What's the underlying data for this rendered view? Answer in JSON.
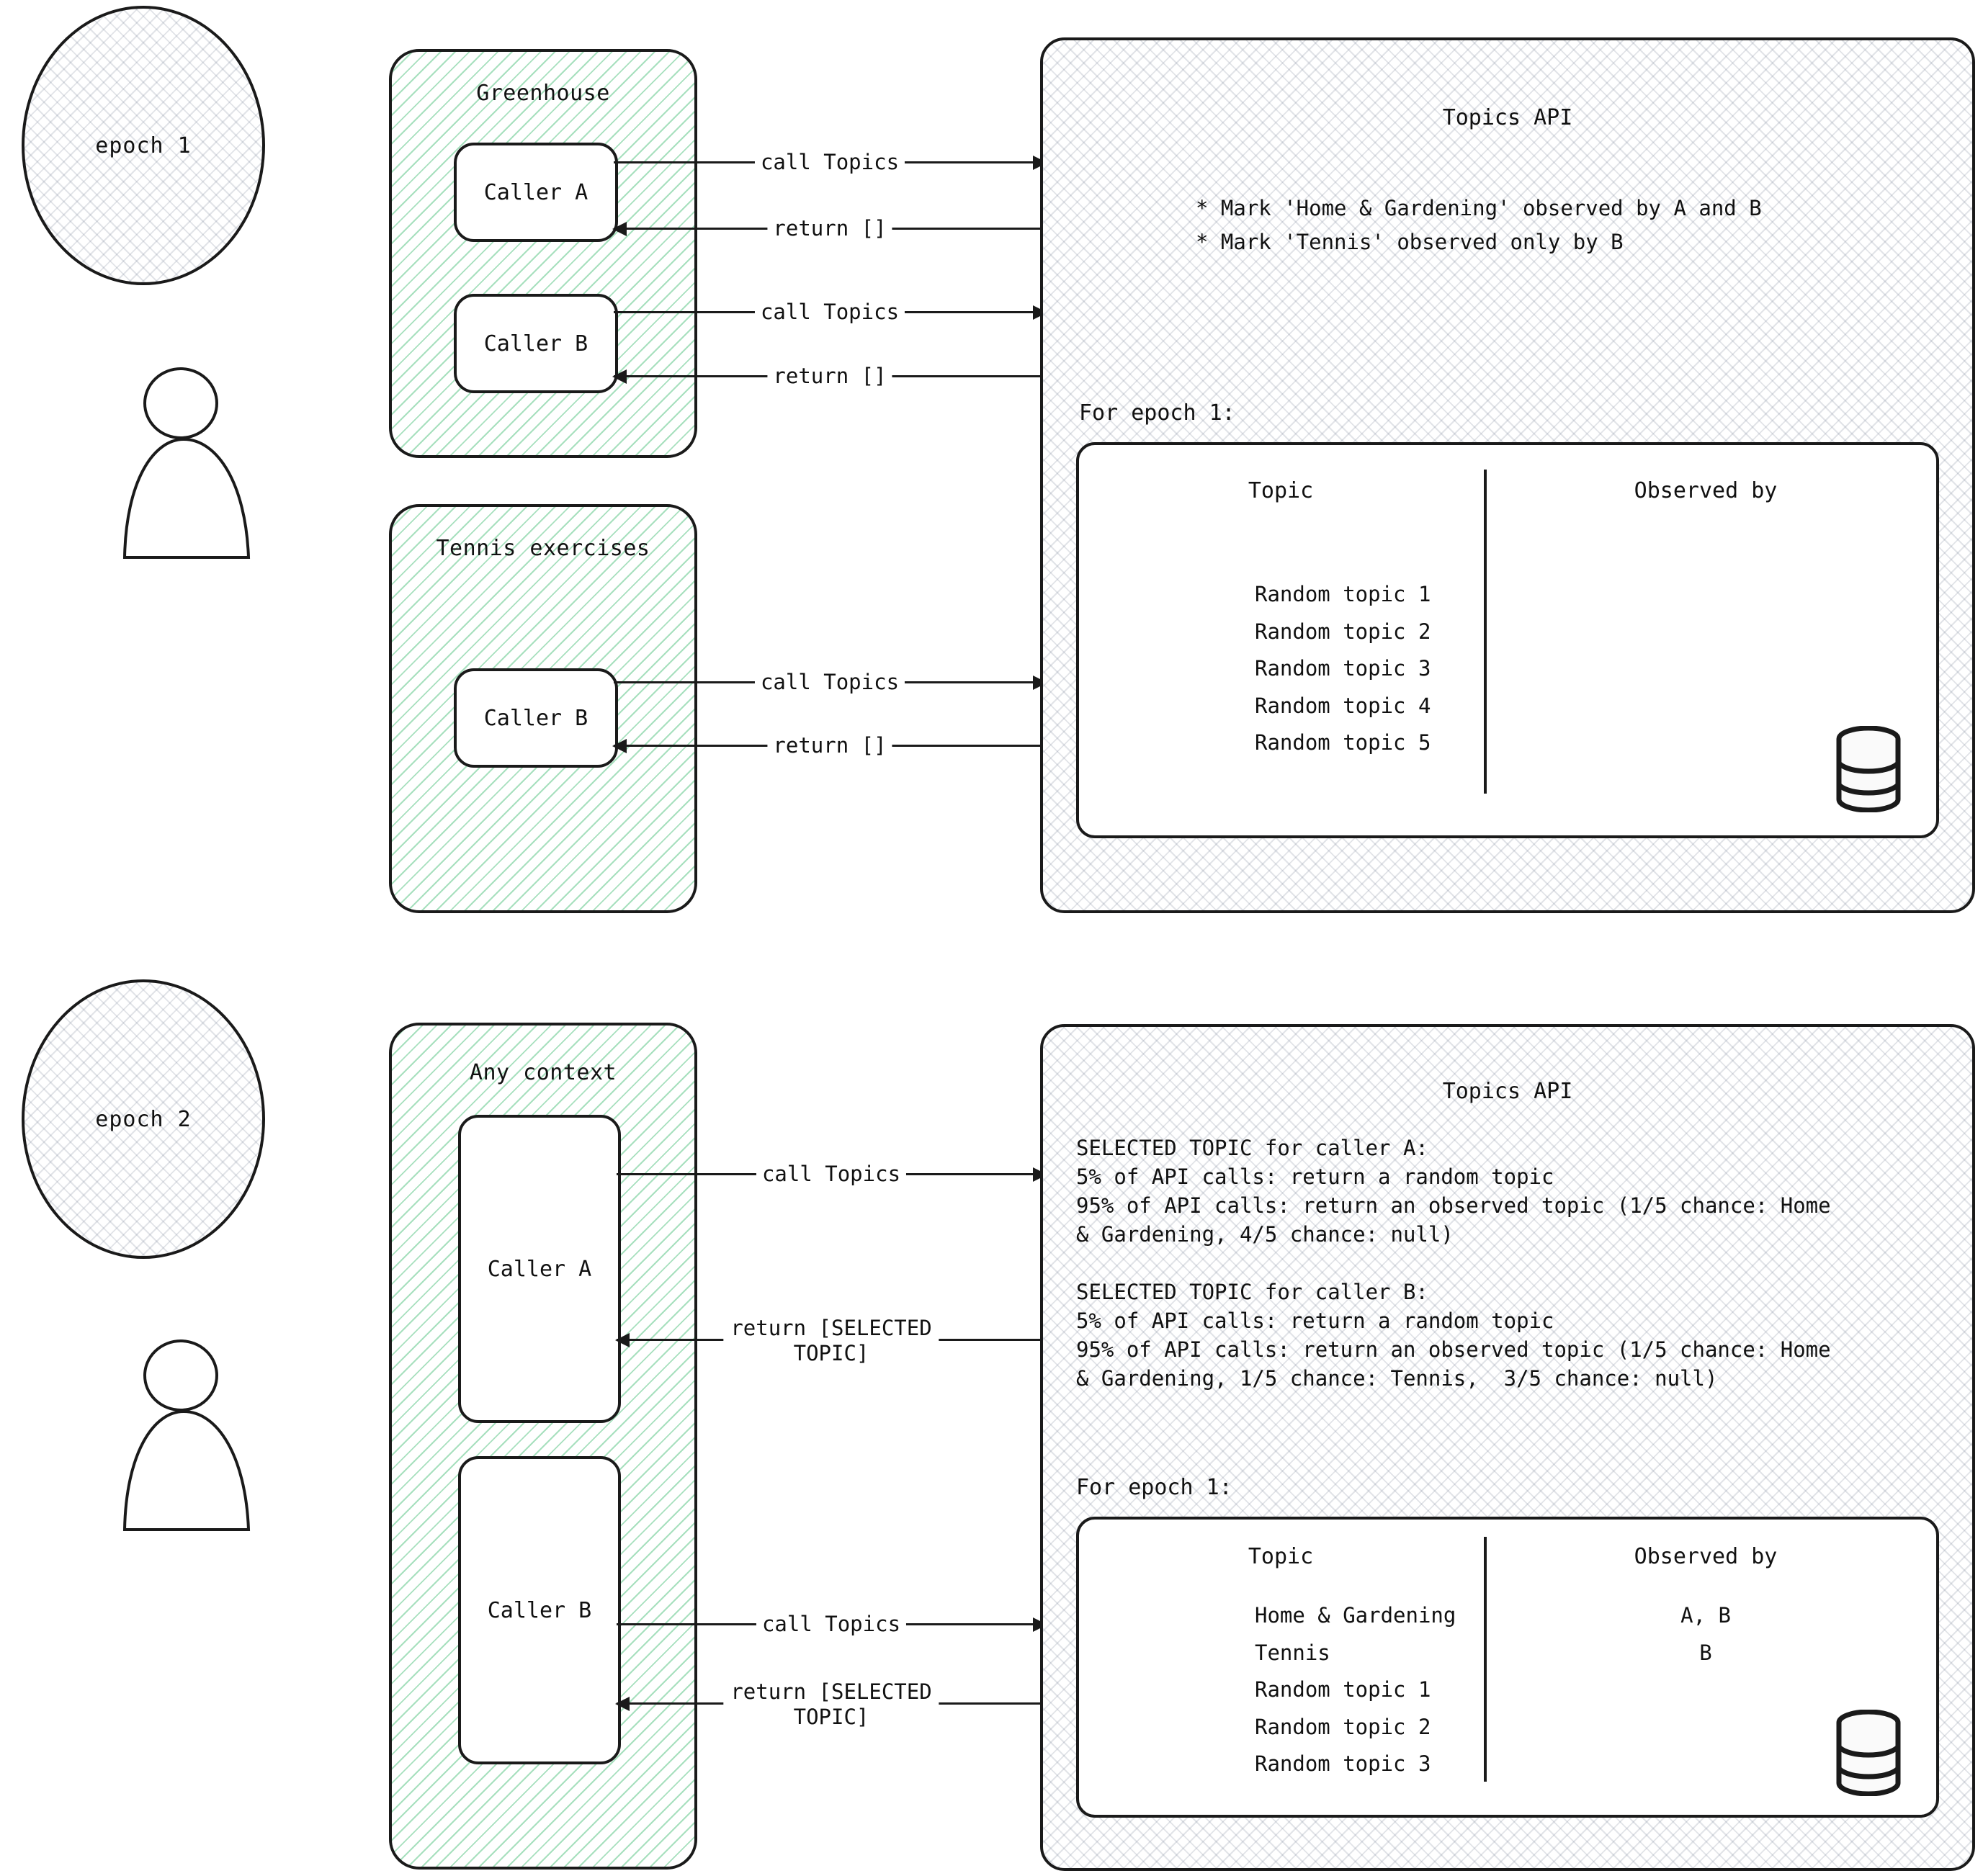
{
  "epochs": [
    {
      "label": "epoch 1",
      "contexts": [
        {
          "title": "Greenhouse",
          "callers": [
            "Caller A",
            "Caller B"
          ]
        },
        {
          "title": "Tennis exercises",
          "callers": [
            "Caller B"
          ]
        }
      ],
      "arrows": [
        {
          "label": "call Topics",
          "direction": "right"
        },
        {
          "label": "return []",
          "direction": "left"
        },
        {
          "label": "call Topics",
          "direction": "right"
        },
        {
          "label": "return []",
          "direction": "left"
        },
        {
          "label": "call Topics",
          "direction": "right"
        },
        {
          "label": "return []",
          "direction": "left"
        }
      ],
      "api": {
        "title": "Topics API",
        "bullets": [
          "* Mark 'Home & Gardening' observed by A and B",
          "* Mark 'Tennis' observed only by B"
        ],
        "body": "",
        "for_epoch_label": "For epoch 1:",
        "table": {
          "columns": [
            "Topic",
            "Observed by"
          ],
          "rows": [
            {
              "topic": "Random topic 1",
              "observed_by": ""
            },
            {
              "topic": "Random topic 2",
              "observed_by": ""
            },
            {
              "topic": "Random topic 3",
              "observed_by": ""
            },
            {
              "topic": "Random topic 4",
              "observed_by": ""
            },
            {
              "topic": "Random topic 5",
              "observed_by": ""
            }
          ],
          "storage_icon": "database-cylinder-icon"
        }
      }
    },
    {
      "label": "epoch 2",
      "contexts": [
        {
          "title": "Any context",
          "callers": [
            "Caller A",
            "Caller B"
          ]
        }
      ],
      "arrows": [
        {
          "label": "call Topics",
          "direction": "right"
        },
        {
          "label": "return [SELECTED TOPIC]",
          "direction": "left"
        },
        {
          "label": "call Topics",
          "direction": "right"
        },
        {
          "label": "return [SELECTED TOPIC]",
          "direction": "left"
        }
      ],
      "api": {
        "title": "Topics API",
        "bullets": [],
        "body": "SELECTED TOPIC for caller A:\n5% of API calls: return a random topic\n95% of API calls: return an observed topic (1/5 chance: Home\n& Gardening, 4/5 chance: null)\n\nSELECTED TOPIC for caller B:\n5% of API calls: return a random topic\n95% of API calls: return an observed topic (1/5 chance: Home\n& Gardening, 1/5 chance: Tennis,  3/5 chance: null)",
        "for_epoch_label": "For epoch 1:",
        "table": {
          "columns": [
            "Topic",
            "Observed by"
          ],
          "rows": [
            {
              "topic": "Home & Gardening",
              "observed_by": "A, B"
            },
            {
              "topic": "Tennis",
              "observed_by": "B"
            },
            {
              "topic": "Random topic 1",
              "observed_by": ""
            },
            {
              "topic": "Random topic 2",
              "observed_by": ""
            },
            {
              "topic": "Random topic 3",
              "observed_by": ""
            }
          ],
          "storage_icon": "database-cylinder-icon"
        }
      }
    }
  ],
  "icons": {
    "user": "user-person-icon",
    "database": "database-cylinder-icon"
  },
  "colors": {
    "ink": "#1a1a1a",
    "context_hatch": "#3cb96e",
    "api_hatch": "#7882 96",
    "paper": "#ffffff"
  },
  "arrow_labels": {
    "call": "call Topics",
    "return_empty": "return []",
    "return_selected_line1": "return [SELECTED",
    "return_selected_line2": "TOPIC]"
  }
}
